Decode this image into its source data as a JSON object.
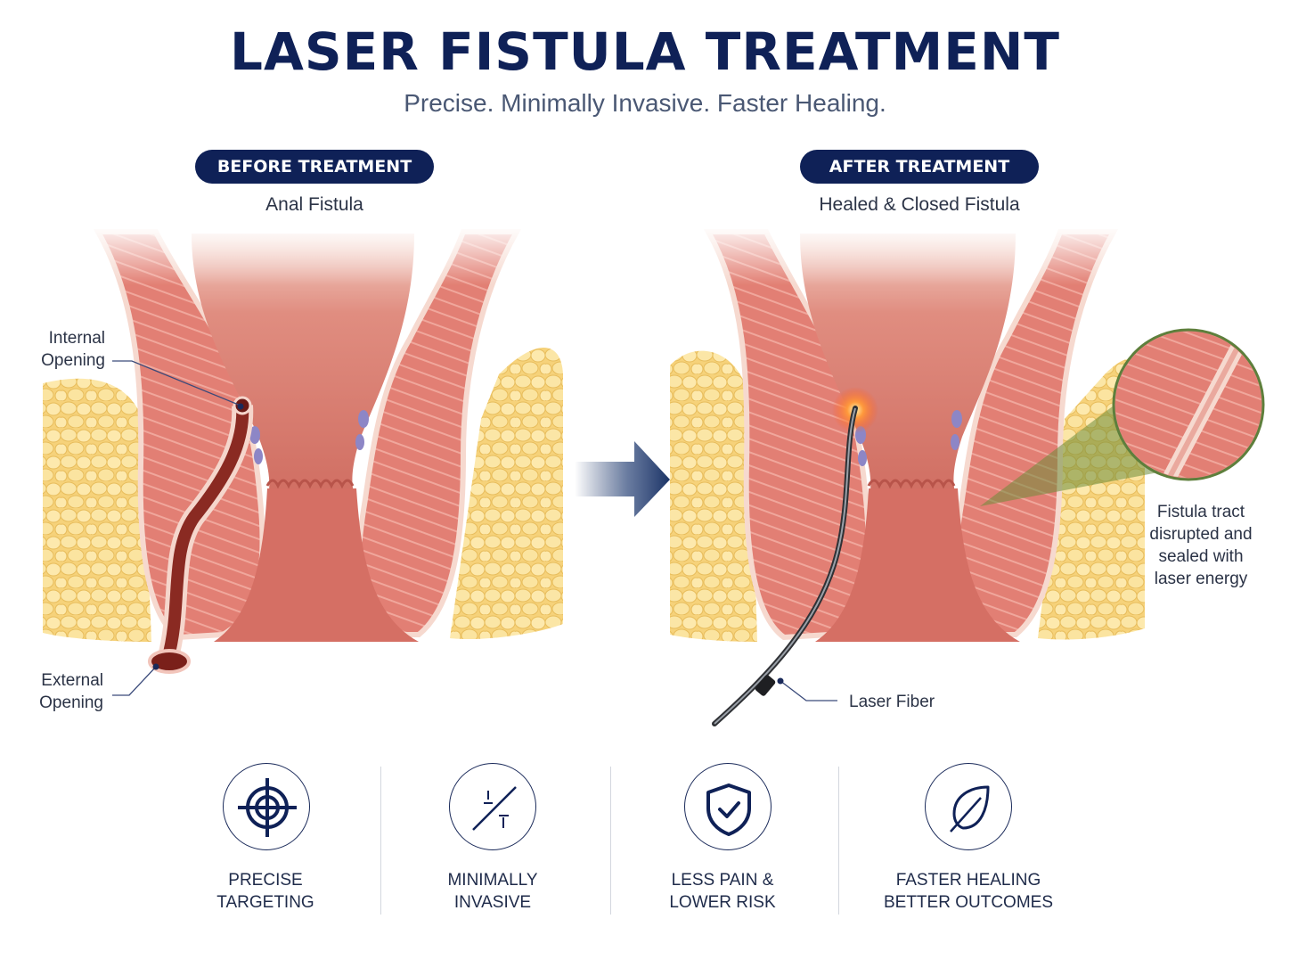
{
  "header": {
    "title": "LASER FISTULA TREATMENT",
    "subtitle": "Precise. Minimally Invasive. Faster Healing."
  },
  "before": {
    "badge": "BEFORE TREATMENT",
    "caption": "Anal Fistula",
    "label_internal_1": "Internal",
    "label_internal_2": "Opening",
    "label_external_1": "External",
    "label_external_2": "Opening"
  },
  "after": {
    "badge": "AFTER TREATMENT",
    "caption": "Healed & Closed Fistula",
    "label_laser": "Laser Fiber",
    "callout_1": "Fistula tract",
    "callout_2": "disrupted and",
    "callout_3": "sealed with",
    "callout_4": "laser energy"
  },
  "benefits": [
    {
      "line1": "PRECISE",
      "line2": "TARGETING",
      "icon": "target-icon"
    },
    {
      "line1": "MINIMALLY",
      "line2": "INVASIVE",
      "icon": "incision-icon"
    },
    {
      "line1": "LESS PAIN &",
      "line2": "LOWER RISK",
      "icon": "shield-check-icon"
    },
    {
      "line1": "FASTER HEALING",
      "line2": "BETTER OUTCOMES",
      "icon": "leaf-icon"
    }
  ],
  "colors": {
    "navy": "#0f2157",
    "tissue": "#e07a6e",
    "tissue_dark": "#c75a50",
    "muscle": "#e58a80",
    "fat": "#f7dc8a",
    "laser_glow": "#ff7a30",
    "callout_ring": "#5e7f3c"
  }
}
